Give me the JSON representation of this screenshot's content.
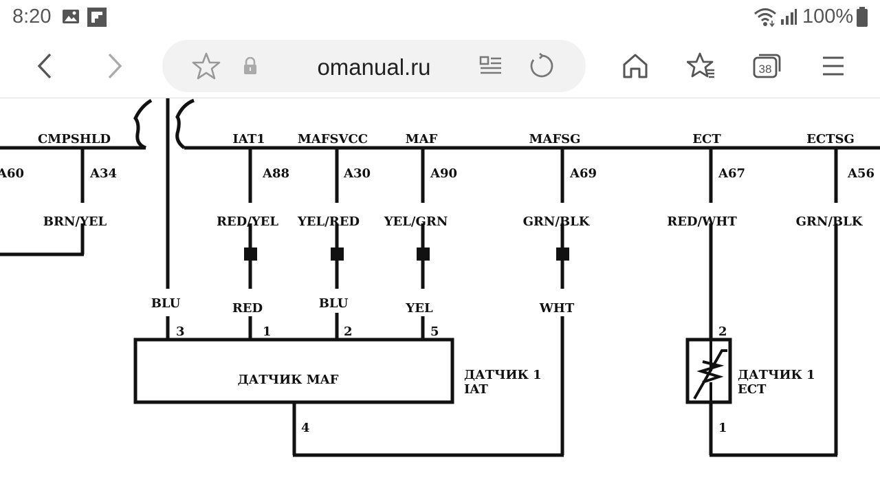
{
  "status_bar": {
    "time": "8:20",
    "left_icons": [
      "gallery-icon",
      "flipboard-icon"
    ],
    "right_icons": [
      "wifi-icon",
      "signal-icon",
      "battery-icon"
    ],
    "battery": "100%"
  },
  "browser": {
    "url": "omanual.ru",
    "tabs_count": "38",
    "buttons": [
      "back",
      "forward",
      "bookmark-star",
      "lock",
      "reader-mode",
      "reload",
      "home",
      "bookmarks",
      "tabs",
      "menu"
    ]
  },
  "diagram": {
    "bus_signals": [
      "CMPSHLD",
      "IAT1",
      "MAFSVCC",
      "MAF",
      "MAFSG",
      "ECT",
      "ECTSG"
    ],
    "pins": [
      "A60",
      "A34",
      "A88",
      "A30",
      "A90",
      "A69",
      "A67",
      "A56"
    ],
    "upper_wire_colors": [
      "BRN/YEL",
      "RED/YEL",
      "YEL/RED",
      "YEL/GRN",
      "GRN/BLK",
      "RED/WHT",
      "GRN/BLK"
    ],
    "lower_wire_colors": [
      "BLU",
      "RED",
      "BLU",
      "YEL",
      "WHT"
    ],
    "maf_pins": [
      "3",
      "1",
      "2",
      "5",
      "4"
    ],
    "maf_sensor_label": "ДАТЧИК MAF",
    "iat_sensor_label": [
      "ДАТЧИК 1",
      "IAT"
    ],
    "ect_pins": [
      "2",
      "1"
    ],
    "ect_sensor_label": [
      "ДАТЧИК 1",
      "ECT"
    ]
  }
}
